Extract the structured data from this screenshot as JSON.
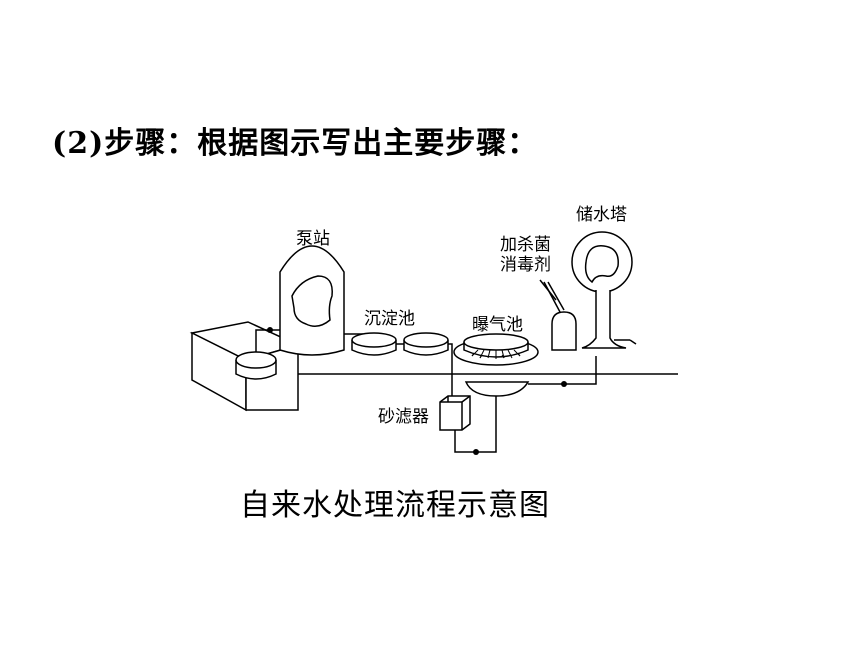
{
  "heading": "(2)步骤：根据图示写出主要步骤：",
  "diagram": {
    "labels": {
      "pump_station": "泵站",
      "sedimentation_tank": "沉淀池",
      "aeration_tank": "曝气池",
      "sand_filter": "砂滤器",
      "disinfectant_line1": "加杀菌",
      "disinfectant_line2": "消毒剂",
      "water_tower": "储水塔"
    }
  },
  "caption": "自来水处理流程示意图"
}
